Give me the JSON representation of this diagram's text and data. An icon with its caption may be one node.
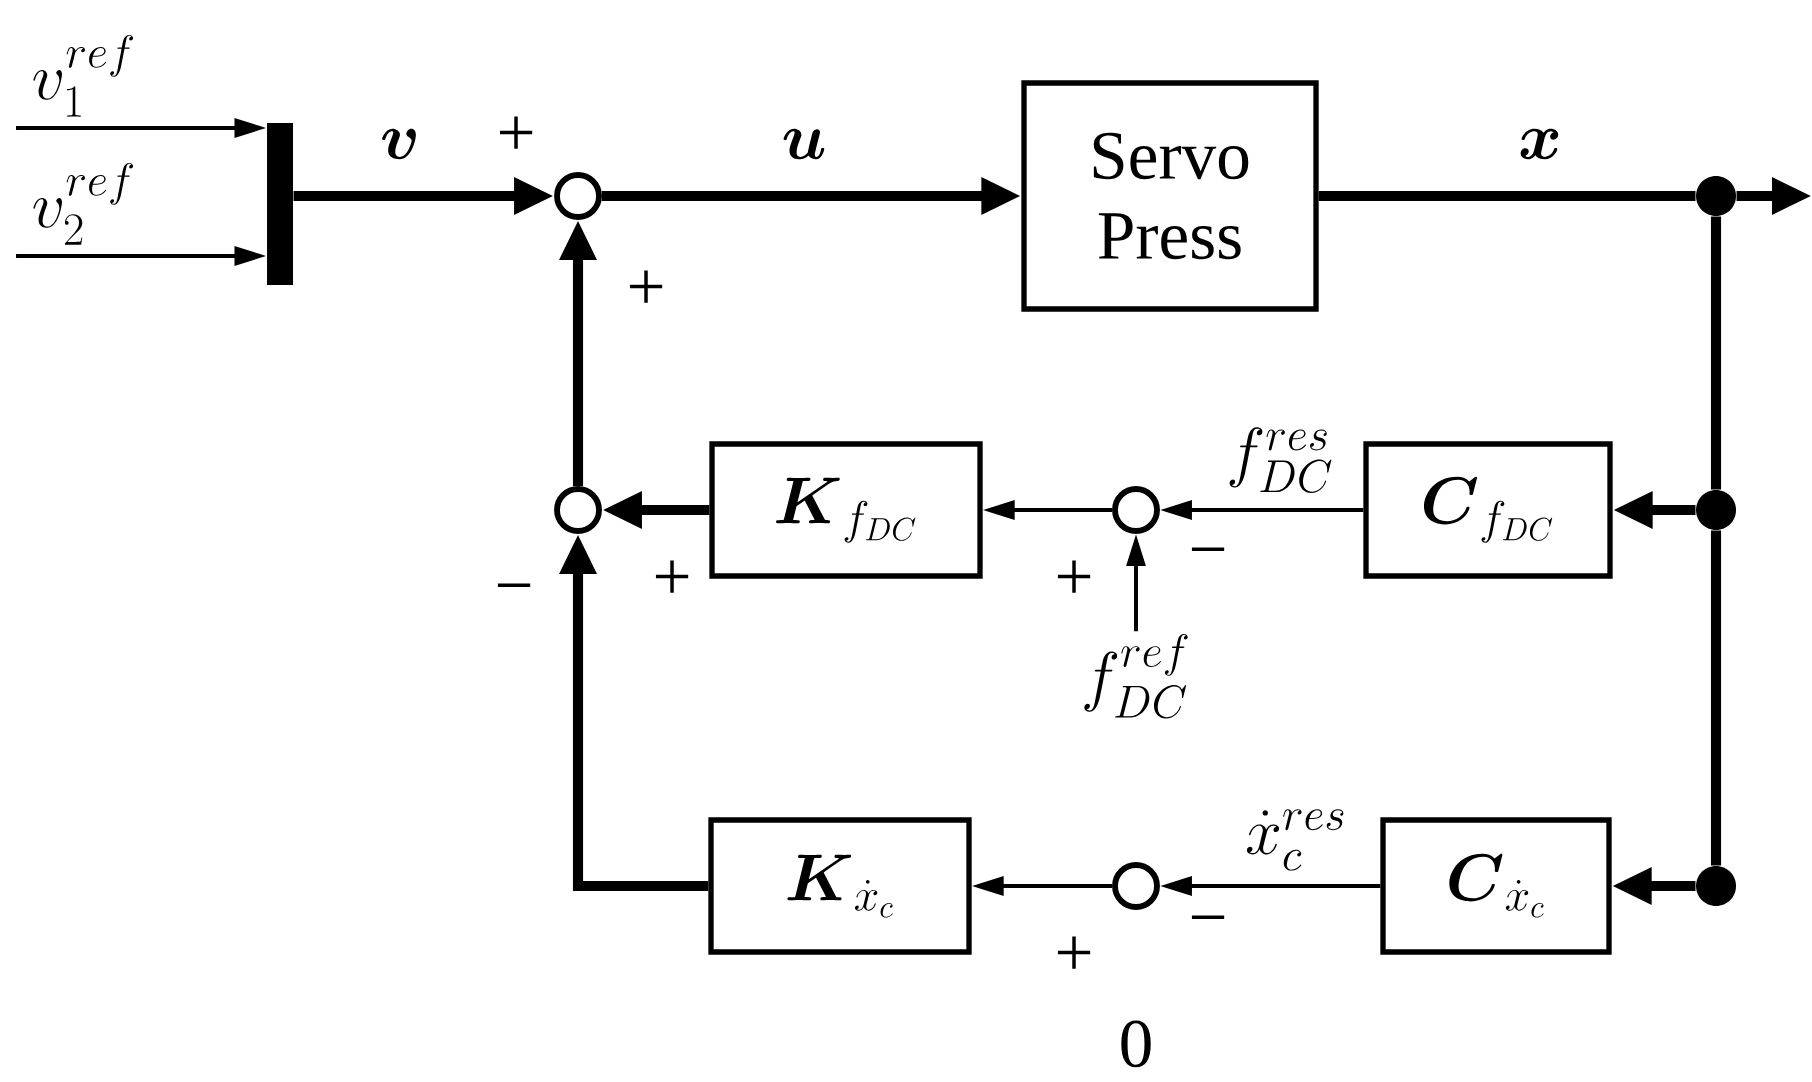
{
  "diagram": {
    "nodes": [
      {
        "text": [],
        "shape": "bar"
      },
      {
        "text": [],
        "shape": "circle"
      },
      {
        "text": [
          "Servo Press"
        ]
      },
      {
        "text": [],
        "shape": "dot"
      },
      {
        "text": [],
        "shape": "circle"
      },
      {
        "text": [
          "\\boldsymbol{K}_{f_{DC}}"
        ]
      },
      {
        "text": [],
        "shape": "circle"
      },
      {
        "text": [
          "\\boldsymbol{C}_{f_{DC}}"
        ]
      },
      {
        "text": [],
        "shape": "dot"
      },
      {
        "text": [
          "f_{DC}^{ref}"
        ]
      },
      {
        "text": [
          "\\boldsymbol{K}_{\\dot{x}_c}"
        ]
      },
      {
        "text": [],
        "shape": "circle"
      },
      {
        "text": [
          "\\boldsymbol{C}_{\\dot{x}_c}"
        ]
      },
      {
        "text": [],
        "shape": "dot"
      },
      {
        "text": [
          "0"
        ]
      }
    ],
    "edges": [
      {
        "from": null,
        "to": 0,
        "arrow": "to",
        "label": "v_1^{ref}"
      },
      {
        "from": null,
        "to": 0,
        "arrow": "to",
        "label": "v_2^{ref}"
      },
      {
        "from": 0,
        "to": 1,
        "arrow": "to",
        "label": "\\boldsymbol{v}"
      },
      {
        "from": 1,
        "to": 2,
        "arrow": "to",
        "label": "\\boldsymbol{u}"
      },
      {
        "from": 2,
        "to": 3,
        "arrow": "none",
        "label": "\\boldsymbol{x}"
      },
      {
        "from": 3,
        "to": null,
        "arrow": "to"
      },
      {
        "from": 3,
        "to": 8,
        "arrow": "none"
      },
      {
        "from": 8,
        "to": 13,
        "arrow": "none"
      },
      {
        "from": 8,
        "to": 7,
        "arrow": "to"
      },
      {
        "from": 13,
        "to": 12,
        "arrow": "to"
      },
      {
        "from": 7,
        "to": 6,
        "arrow": "to",
        "label": "f_{DC}^{res}"
      },
      {
        "from": 6,
        "to": 5,
        "arrow": "to"
      },
      {
        "from": 5,
        "to": 4,
        "arrow": "to"
      },
      {
        "from": 9,
        "to": 6,
        "arrow": "to"
      },
      {
        "from": 12,
        "to": 11,
        "arrow": "to",
        "label": "\\dot{x}_c^{res}"
      },
      {
        "from": 11,
        "to": 10,
        "arrow": "to"
      },
      {
        "from": 10,
        "to": 4,
        "arrow": "to"
      },
      {
        "from": 4,
        "to": 1,
        "arrow": "to"
      }
    ],
    "labels": [
      "+",
      "+",
      "−",
      "+",
      "+",
      "−",
      "−",
      "+"
    ]
  }
}
